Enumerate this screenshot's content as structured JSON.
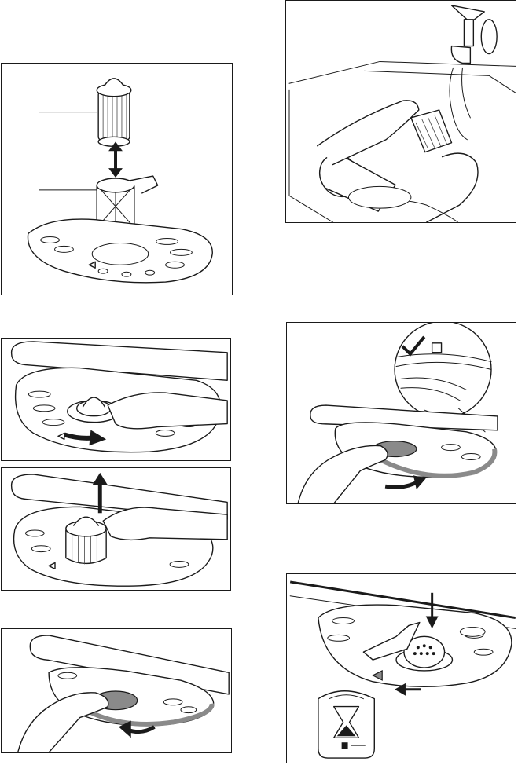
{
  "figures": [
    {
      "id": "filter-assembly",
      "icons": [
        "fine-filter-icon",
        "coarse-filter-icon",
        "flat-filter-icon",
        "double-arrow-icon"
      ]
    },
    {
      "id": "rinse-filters",
      "icons": [
        "water-tap-icon",
        "filter-icon",
        "hand-icon"
      ]
    },
    {
      "id": "turn-filter-left",
      "icons": [
        "filter-handle-icon",
        "rotate-arrow-icon",
        "hand-icon"
      ]
    },
    {
      "id": "lift-filter-out",
      "icons": [
        "up-arrow-icon",
        "filter-icon",
        "hand-icon"
      ]
    },
    {
      "id": "remove-flat-filter",
      "icons": [
        "rotate-arrow-icon",
        "hand-icon"
      ]
    },
    {
      "id": "refit-flat-filter",
      "icons": [
        "check-mark-icon",
        "detail-circle-icon",
        "rotate-arrow-icon"
      ]
    },
    {
      "id": "lock-filter",
      "icons": [
        "down-arrow-icon",
        "left-arrow-icon",
        "lock-detail-icon"
      ]
    }
  ]
}
